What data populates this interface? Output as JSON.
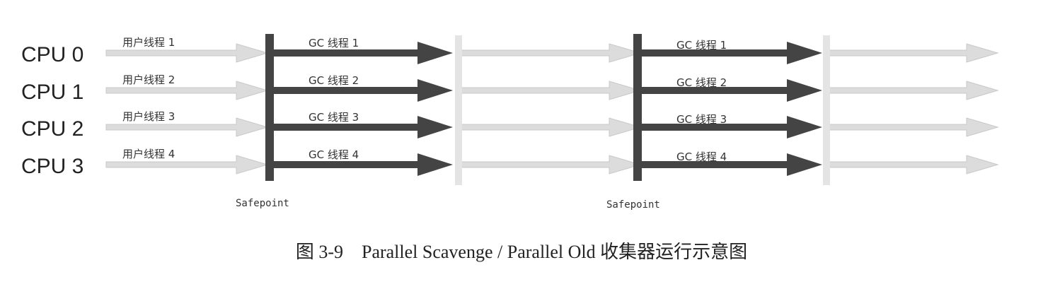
{
  "cpus": [
    "CPU 0",
    "CPU 1",
    "CPU 2",
    "CPU 3"
  ],
  "user_threads": [
    "用户线程 1",
    "用户线程 2",
    "用户线程 3",
    "用户线程 4"
  ],
  "gc_threads": [
    "GC 线程 1",
    "GC 线程 2",
    "GC 线程 3",
    "GC 线程 4"
  ],
  "safepoint_label": "Safepoint",
  "caption": "图 3-9　Parallel Scavenge / Parallel Old 收集器运行示意图",
  "colors": {
    "user_arrow": "#dcdcdc",
    "gc_arrow": "#444444",
    "safepoint_bar": "#444444",
    "text": "#222222"
  }
}
